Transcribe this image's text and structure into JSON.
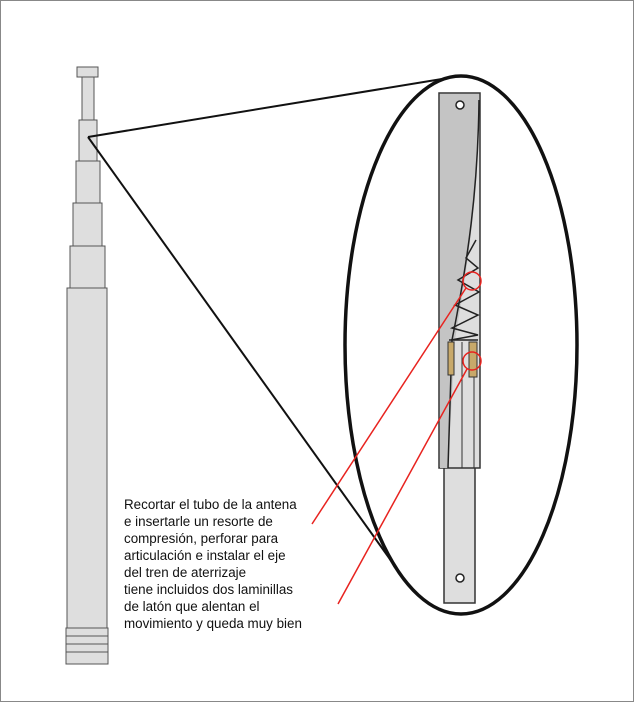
{
  "caption": {
    "lines": [
      "Recortar el tubo de la antena",
      "e insertarle un resorte de",
      "compresión, perforar para",
      "articulación e instalar el eje",
      "del tren de aterrizaje",
      "tiene incluidos dos laminillas",
      "de latón que alentan el",
      "movimiento y queda muy bien"
    ]
  },
  "colors": {
    "tube": "#dedede",
    "strip": "#c4c4c4",
    "brass": "#c8a96a",
    "callout": "#e8231f",
    "outline": "#2a2a2a"
  }
}
